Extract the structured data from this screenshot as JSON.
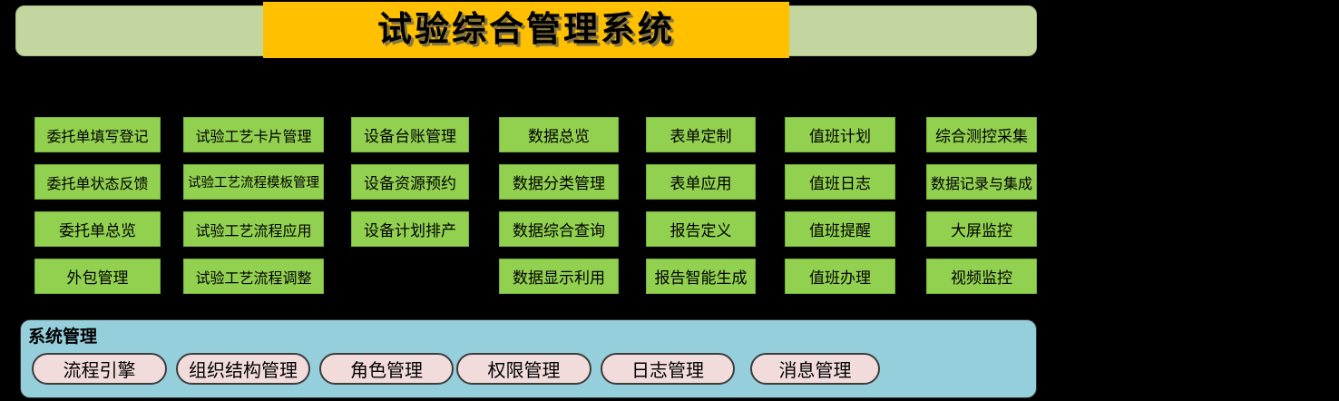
{
  "header": {
    "title": "试验综合管理系统"
  },
  "modules": {
    "columns": [
      {
        "items": [
          "委托单填写登记",
          "委托单状态反馈",
          "委托单总览",
          "外包管理"
        ]
      },
      {
        "items": [
          "试验工艺卡片管理",
          "试验工艺流程模板管理",
          "试验工艺流程应用",
          "试验工艺流程调整"
        ]
      },
      {
        "items": [
          "设备台账管理",
          "设备资源预约",
          "设备计划排产"
        ]
      },
      {
        "items": [
          "数据总览",
          "数据分类管理",
          "数据综合查询",
          "数据显示利用"
        ]
      },
      {
        "items": [
          "表单定制",
          "表单应用",
          "报告定义",
          "报告智能生成"
        ]
      },
      {
        "items": [
          "值班计划",
          "值班日志",
          "值班提醒",
          "值班办理"
        ]
      },
      {
        "items": [
          "综合测控采集",
          "数据记录与集成",
          "大屏监控",
          "视频监控"
        ]
      }
    ]
  },
  "system_management": {
    "label": "系统管理",
    "items": [
      "流程引擎",
      "组织结构管理",
      "角色管理",
      "权限管理",
      "日志管理",
      "消息管理"
    ]
  },
  "colors": {
    "header_bar": "#c4d6a0",
    "title_block": "#ffc000",
    "module_button": "#92d050",
    "system_panel": "#95cfdc",
    "system_button": "#f2dcdb",
    "text": "#000000",
    "background": "#000000"
  }
}
